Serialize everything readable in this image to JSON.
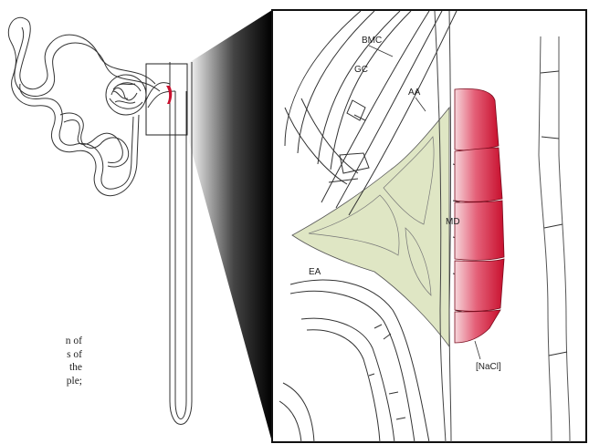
{
  "labels": {
    "bmc": "BMC",
    "gc": "GC",
    "aa": "AA",
    "md": "MD",
    "ea": "EA",
    "nacl": "[NaCl]"
  },
  "caption_fragment": [
    "n of",
    "s of",
    "the",
    "ple;"
  ],
  "colors": {
    "macula_densa": "#c8102e",
    "mesangial": "#dfe6c4",
    "line": "#333333"
  },
  "icons": [
    "nephron-drawing",
    "zoom-inset-box",
    "zoom-wedge"
  ]
}
